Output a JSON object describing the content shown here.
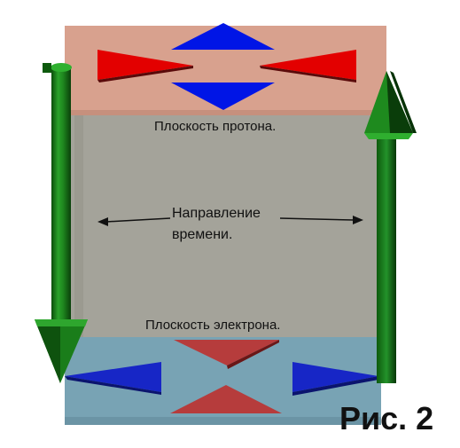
{
  "labels": {
    "proton_plane": "Плоскость протона.",
    "electron_plane": "Плоскость электрона.",
    "time_direction": "Направление времени.",
    "figure": "Рис. 2"
  },
  "colors": {
    "proton_plane": "#d9a08c",
    "electron_plane": "#76a2b4",
    "time_space": "#a2a197",
    "red_triangle": "#e00000",
    "blue_triangle": "#0010e0",
    "green_arrow": "#1b7f1b",
    "dark_red_triangle": "#b43a3a",
    "dark_blue_triangle": "#1626c4"
  },
  "icons": {
    "arrow_left": "left-arrow-icon",
    "arrow_right": "right-arrow-icon",
    "arrow_up": "green-up-arrow-icon",
    "arrow_down": "green-down-arrow-icon"
  }
}
